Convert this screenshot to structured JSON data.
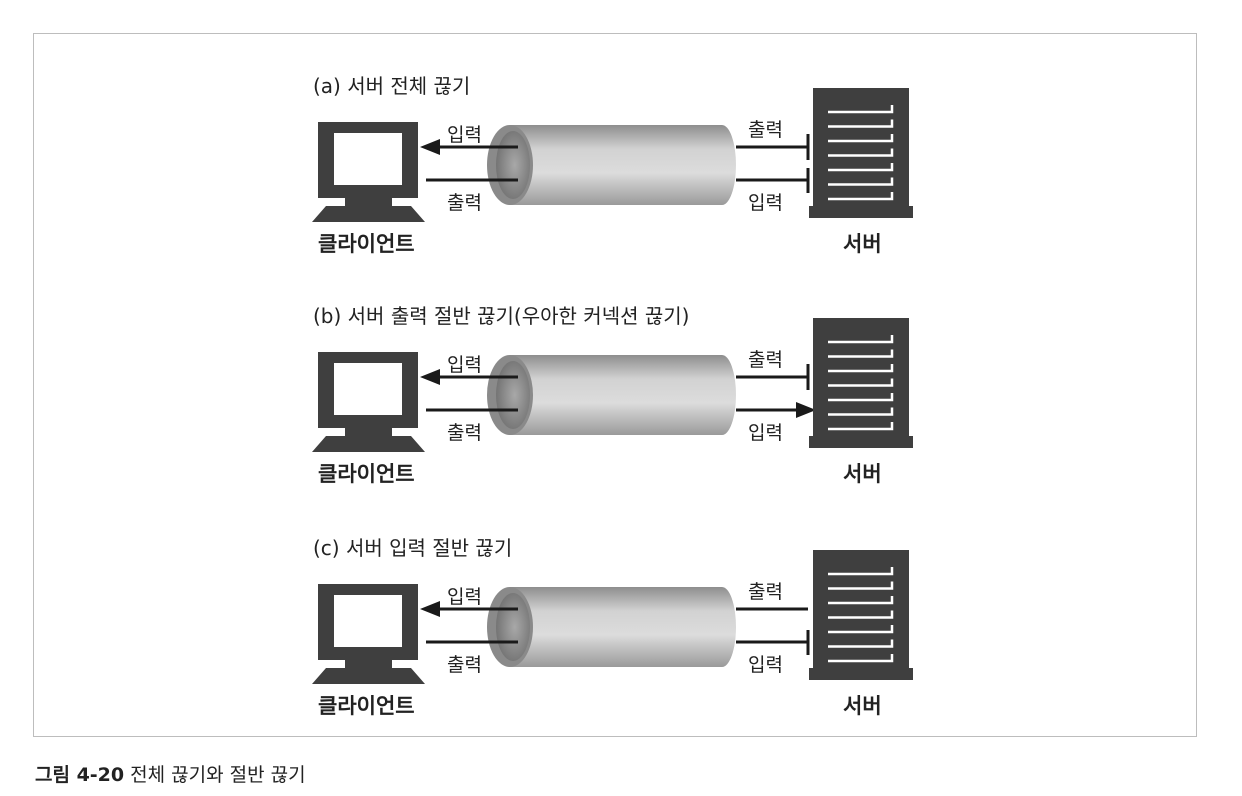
{
  "sections": [
    {
      "title": "(a) 서버 전체 끊기",
      "client_label": "클라이언트",
      "server_label": "서버",
      "client_in": "입력",
      "client_out": "출력",
      "server_out": "출력",
      "server_in": "입력",
      "server_out_end": "blocked",
      "server_in_end": "blocked"
    },
    {
      "title": "(b) 서버 출력 절반 끊기(우아한 커넥션 끊기)",
      "client_label": "클라이언트",
      "server_label": "서버",
      "client_in": "입력",
      "client_out": "출력",
      "server_out": "출력",
      "server_in": "입력",
      "server_out_end": "blocked",
      "server_in_end": "arrow"
    },
    {
      "title": "(c) 서버 입력 절반 끊기",
      "client_label": "클라이언트",
      "server_label": "서버",
      "client_in": "입력",
      "client_out": "출력",
      "server_out": "출력",
      "server_in": "입력",
      "server_out_end": "open",
      "server_in_end": "blocked"
    }
  ],
  "caption": {
    "number": "그림 4-20",
    "text": "전체 끊기와 절반 끊기"
  },
  "colors": {
    "device": "#3f3f3f",
    "line": "#1a1a1a",
    "pipe": "#c8c8c8"
  }
}
